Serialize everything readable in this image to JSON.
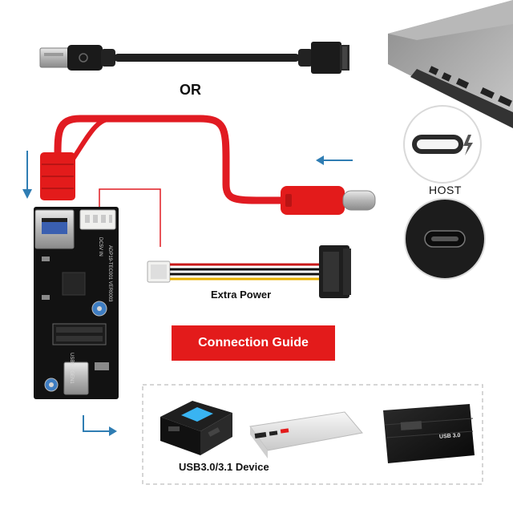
{
  "labels": {
    "or": "OR",
    "host": "HOST",
    "extra_power": "Extra Power",
    "connection_guide": "Connection Guide",
    "device": "USB3.0/3.1 Device"
  },
  "board_silkscreen": {
    "header": "USB3.2 GEN1",
    "dc": "DC5V IN",
    "model": "ADP19-TEC001 VER0003"
  },
  "enclosure_label": "USB 3.0"
}
